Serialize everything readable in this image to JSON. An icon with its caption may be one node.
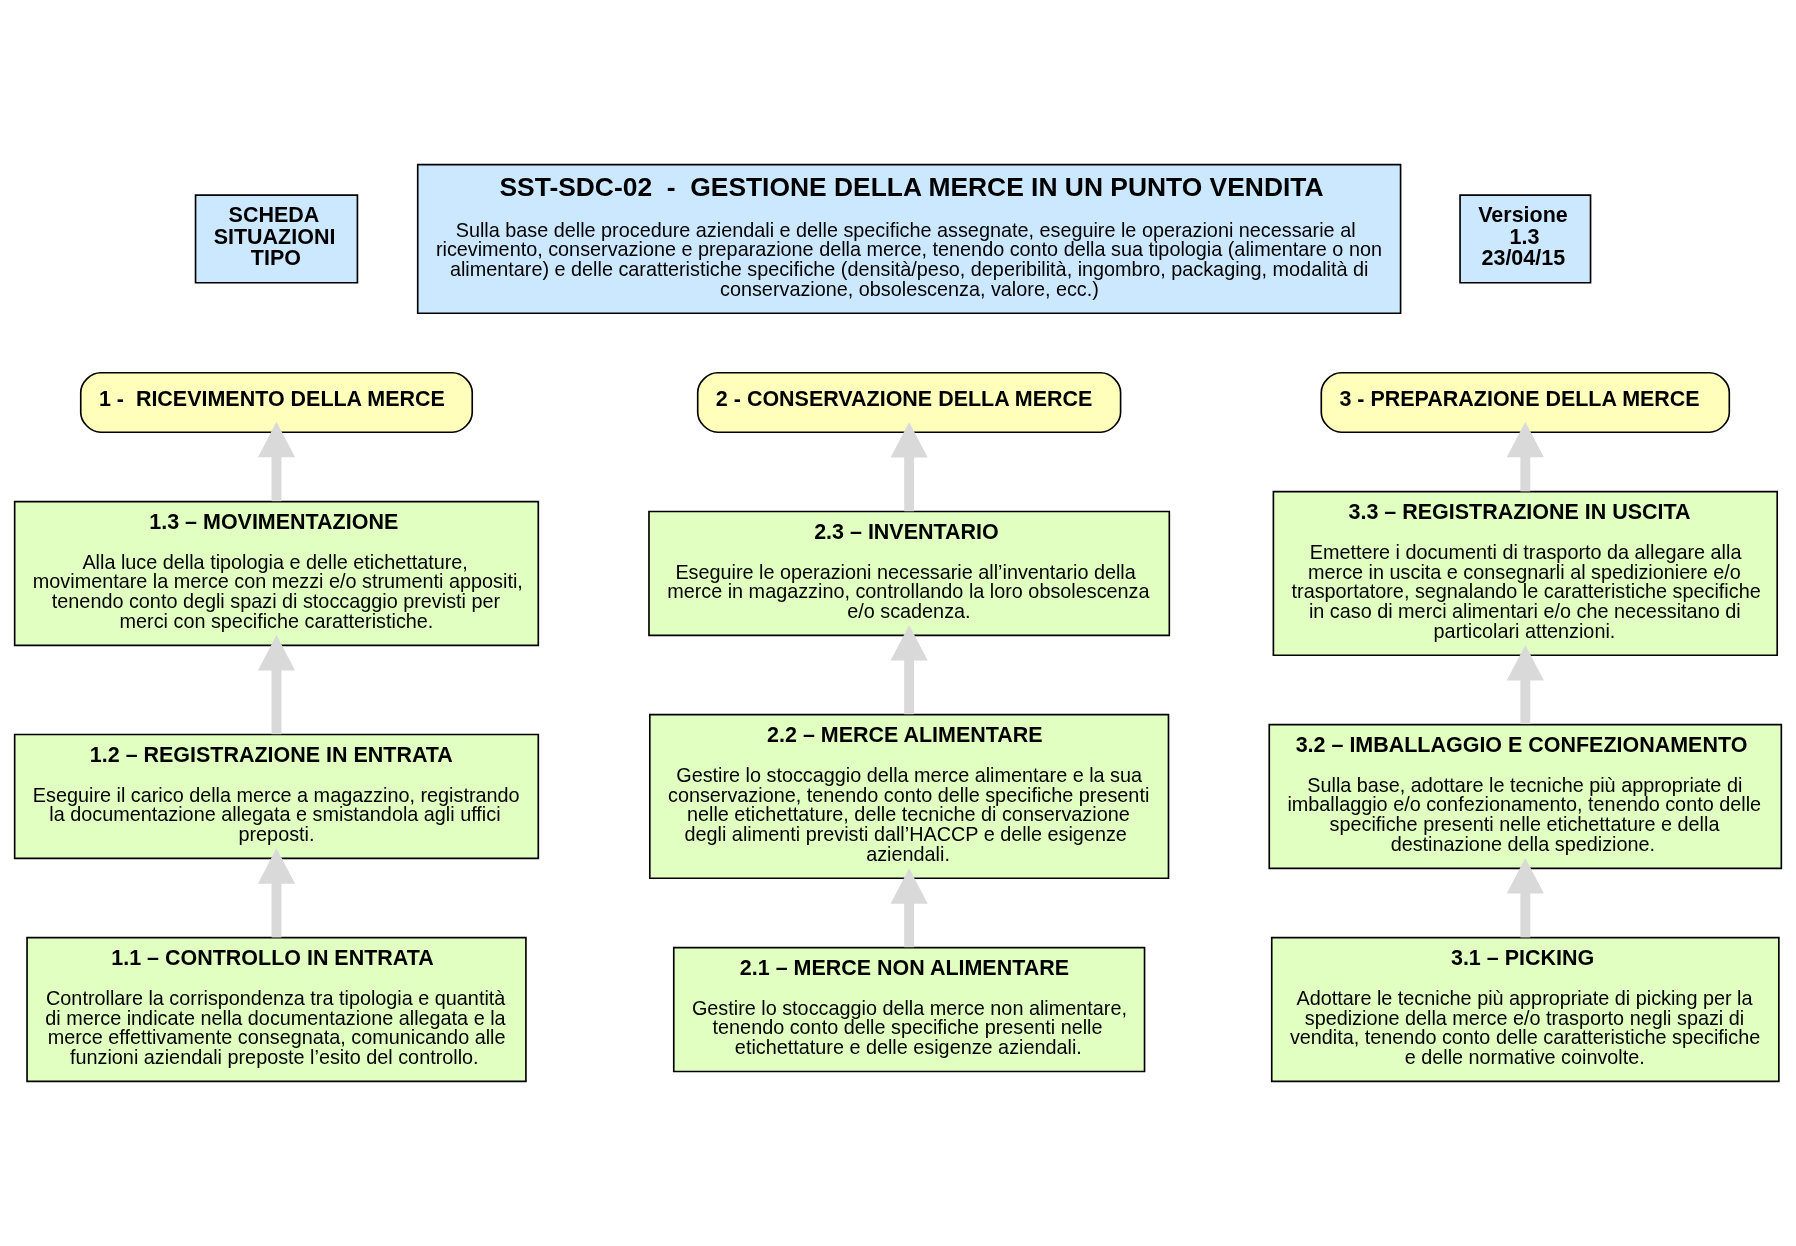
{
  "diagram": {
    "nodes": [
      {
        "text": [
          "SCHEDA SITUAZIONI TIPO"
        ]
      },
      {
        "text": [
          "SST-SDC-02  -  GESTIONE DELLA MERCE IN UN PUNTO VENDITA",
          "Sulla base delle procedure aziendali e delle specifiche assegnate, eseguire le operazioni necessarie al ricevimento, conservazione e preparazione della merce, tenendo conto della sua tipologia (alimentare o non alimentare) e delle caratteristiche specifiche (densità/peso, deperibilità, ingombro, packaging, modalità di conservazione, obsolescenza, valore, ecc.)"
        ]
      },
      {
        "text": [
          "Versione 1.3 23/04/15"
        ]
      },
      {
        "text": [
          "1 -  RICEVIMENTO DELLA MERCE"
        ]
      },
      {
        "text": [
          "2 - CONSERVAZIONE DELLA MERCE"
        ]
      },
      {
        "text": [
          "3 - PREPARAZIONE DELLA MERCE"
        ]
      },
      {
        "text": [
          "1.3 – MOVIMENTAZIONE",
          "Alla luce della tipologia e delle etichettature, movimentare la merce con mezzi e/o strumenti appositi, tenendo conto degli spazi di stoccaggio previsti per merci con specifiche caratteristiche."
        ]
      },
      {
        "text": [
          "2.3 – INVENTARIO",
          "Eseguire le operazioni necessarie all’inventario della merce in magazzino, controllando la loro obsolescenza e/o scadenza."
        ]
      },
      {
        "text": [
          "3.3 – REGISTRAZIONE IN USCITA",
          "Emettere i documenti di trasporto da allegare alla merce in uscita e consegnarli al spedizioniere e/o trasportatore, segnalando le caratteristiche specifiche in caso di merci alimentari e/o che necessitano di particolari attenzioni."
        ]
      },
      {
        "text": [
          "1.2 – REGISTRAZIONE IN ENTRATA",
          "Eseguire il carico della merce a magazzino, registrando la documentazione allegata e smistandola agli uffici preposti."
        ]
      },
      {
        "text": [
          "2.2 – MERCE ALIMENTARE",
          "Gestire lo stoccaggio della merce alimentare e la sua conservazione, tenendo conto delle specifiche presenti nelle etichettature, delle tecniche di conservazione degli alimenti previsti dall’HACCP e delle esigenze aziendali."
        ]
      },
      {
        "text": [
          "3.2 – IMBALLAGGIO E CONFEZIONAMENTO",
          "Sulla base, adottare le tecniche più appropriate di imballaggio e/o confezionamento, tenendo conto delle specifiche presenti nelle etichettature e della destinazione della spedizione."
        ]
      },
      {
        "text": [
          "1.1 – CONTROLLO IN ENTRATA",
          "Controllare la corrispondenza tra tipologia e quantità di merce indicate nella documentazione allegata e la merce effettivamente consegnata, comunicando alle funzioni aziendali preposte l’esito del controllo."
        ]
      },
      {
        "text": [
          "2.1 – MERCE NON ALIMENTARE",
          "Gestire lo stoccaggio della merce non alimentare, tenendo conto delle specifiche presenti nelle etichettature e delle esigenze aziendali."
        ]
      },
      {
        "text": [
          "3.1 – PICKING",
          "Adottare le tecniche più appropriate di picking per la spedizione della merce e/o trasporto negli spazi di vendita, tenendo conto delle caratteristiche specifiche e delle normative coinvolte."
        ]
      }
    ],
    "edges": [
      {
        "from": 12,
        "to": 9,
        "arrow": "to"
      },
      {
        "from": 9,
        "to": 6,
        "arrow": "to"
      },
      {
        "from": 6,
        "to": 3,
        "arrow": "to"
      },
      {
        "from": 13,
        "to": 10,
        "arrow": "to"
      },
      {
        "from": 10,
        "to": 7,
        "arrow": "to"
      },
      {
        "from": 7,
        "to": 4,
        "arrow": "to"
      },
      {
        "from": 14,
        "to": 11,
        "arrow": "to"
      },
      {
        "from": 11,
        "to": 8,
        "arrow": "to"
      },
      {
        "from": 8,
        "to": 5,
        "arrow": "to"
      }
    ]
  }
}
